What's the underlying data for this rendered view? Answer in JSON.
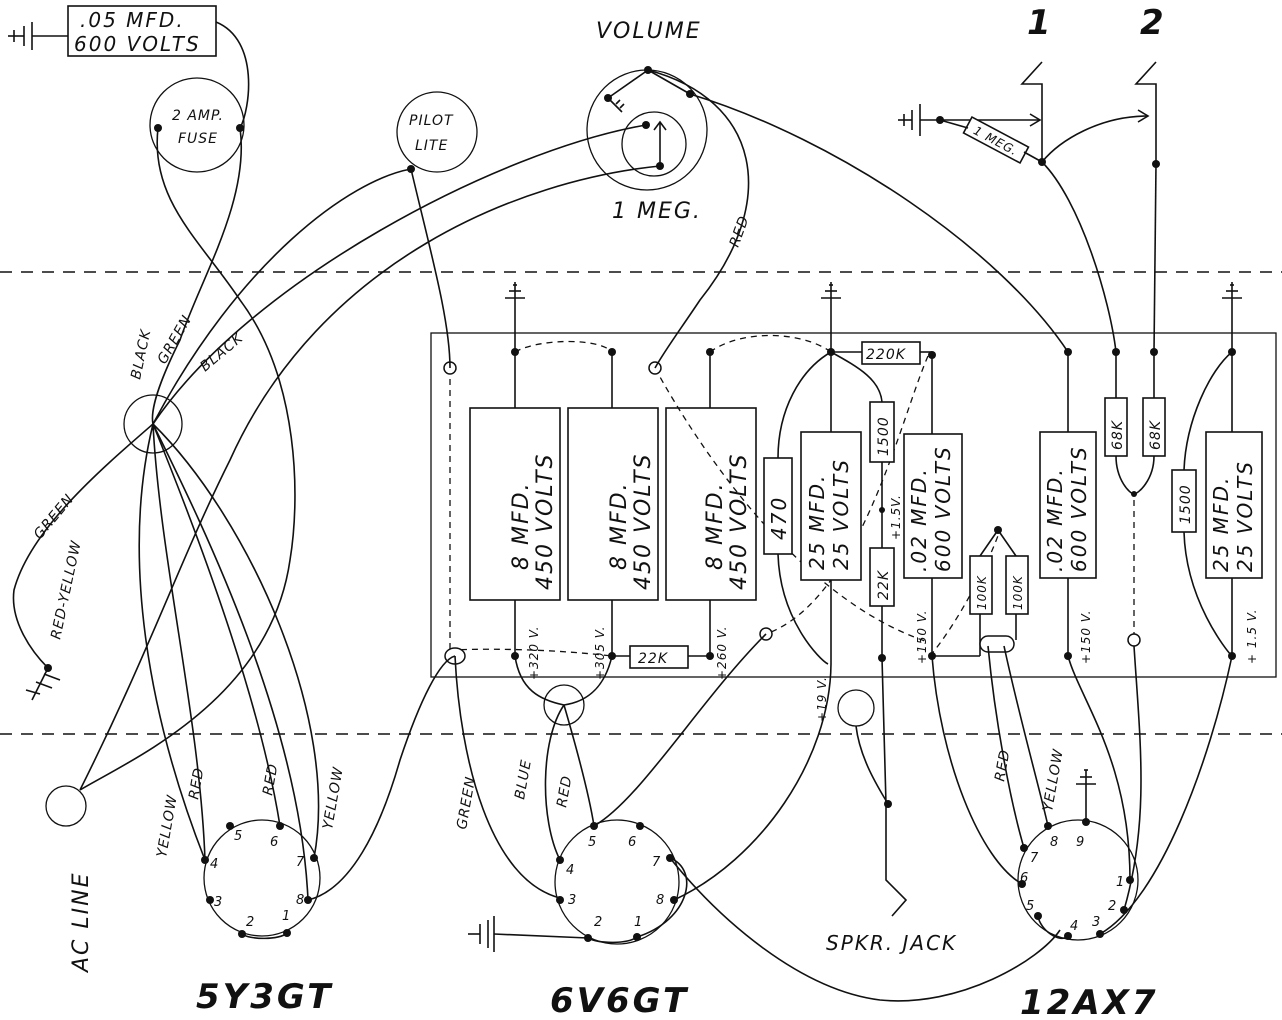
{
  "title": "",
  "labels": {
    "volume": "VOLUME",
    "input_1": "1",
    "input_2": "2",
    "cap_05": [
      ".05 MFD.",
      "600 VOLTS"
    ],
    "fuse": [
      "2 AMP.",
      "FUSE"
    ],
    "pilot": [
      "PILOT",
      "LITE"
    ],
    "pot": "1 MEG.",
    "res_1meg": "1 MEG.",
    "ac_line": "AC LINE",
    "spkr_jack": "SPKR. JACK",
    "tube_5y3": "5Y3GT",
    "tube_6v6": "6V6GT",
    "tube_12ax7": "12AX7"
  },
  "wire_colors": {
    "black_1": "BLACK",
    "green_1": "GREEN",
    "black_2": "BLACK",
    "green_2": "GREEN",
    "red_yellow": "RED-YELLOW",
    "red_pot": "RED",
    "yellow_l": "YELLOW",
    "red_l": "RED",
    "red_r": "RED",
    "yellow_r": "YELLOW",
    "green_6v6": "GREEN",
    "blue_6v6": "BLUE",
    "red_6v6": "RED",
    "red_12": "RED",
    "yellow_12": "YELLOW"
  },
  "components": {
    "cap_a": [
      "8 MFD.",
      "450 VOLTS"
    ],
    "cap_b": [
      "8 MFD.",
      "450 VOLTS"
    ],
    "cap_c": [
      "8 MFD.",
      "450 VOLTS"
    ],
    "r470": "470",
    "cap_25a": [
      "25 MFD.",
      "25 VOLTS"
    ],
    "r220k": "220K",
    "r1500a": "1500",
    "r22k_v": "22K",
    "cap_02a": [
      ".02 MFD.",
      "600 VOLTS"
    ],
    "r100k_a": "100K",
    "r100k_b": "100K",
    "cap_02b": [
      ".02 MFD.",
      "600 VOLTS"
    ],
    "r68k_a": "68K",
    "r68k_b": "68K",
    "r1500b": "1500",
    "cap_25b": [
      "25 MFD.",
      "25 VOLTS"
    ],
    "r22k_h": "22K"
  },
  "voltages": {
    "v320": "+320 V.",
    "v305": "+305 V.",
    "v260": "+260 V.",
    "v19": "+19 V.",
    "v15a": "+1.5V.",
    "v150a": "+150 V.",
    "v150b": "+150 V.",
    "v15b": "+ 1.5 V."
  },
  "pins": {
    "5y3": [
      "1",
      "2",
      "3",
      "4",
      "5",
      "6",
      "7",
      "8"
    ],
    "6v6": [
      "1",
      "2",
      "3",
      "4",
      "5",
      "6",
      "7",
      "8"
    ],
    "12ax7": [
      "1",
      "2",
      "3",
      "4",
      "5",
      "6",
      "7",
      "8",
      "9"
    ]
  }
}
